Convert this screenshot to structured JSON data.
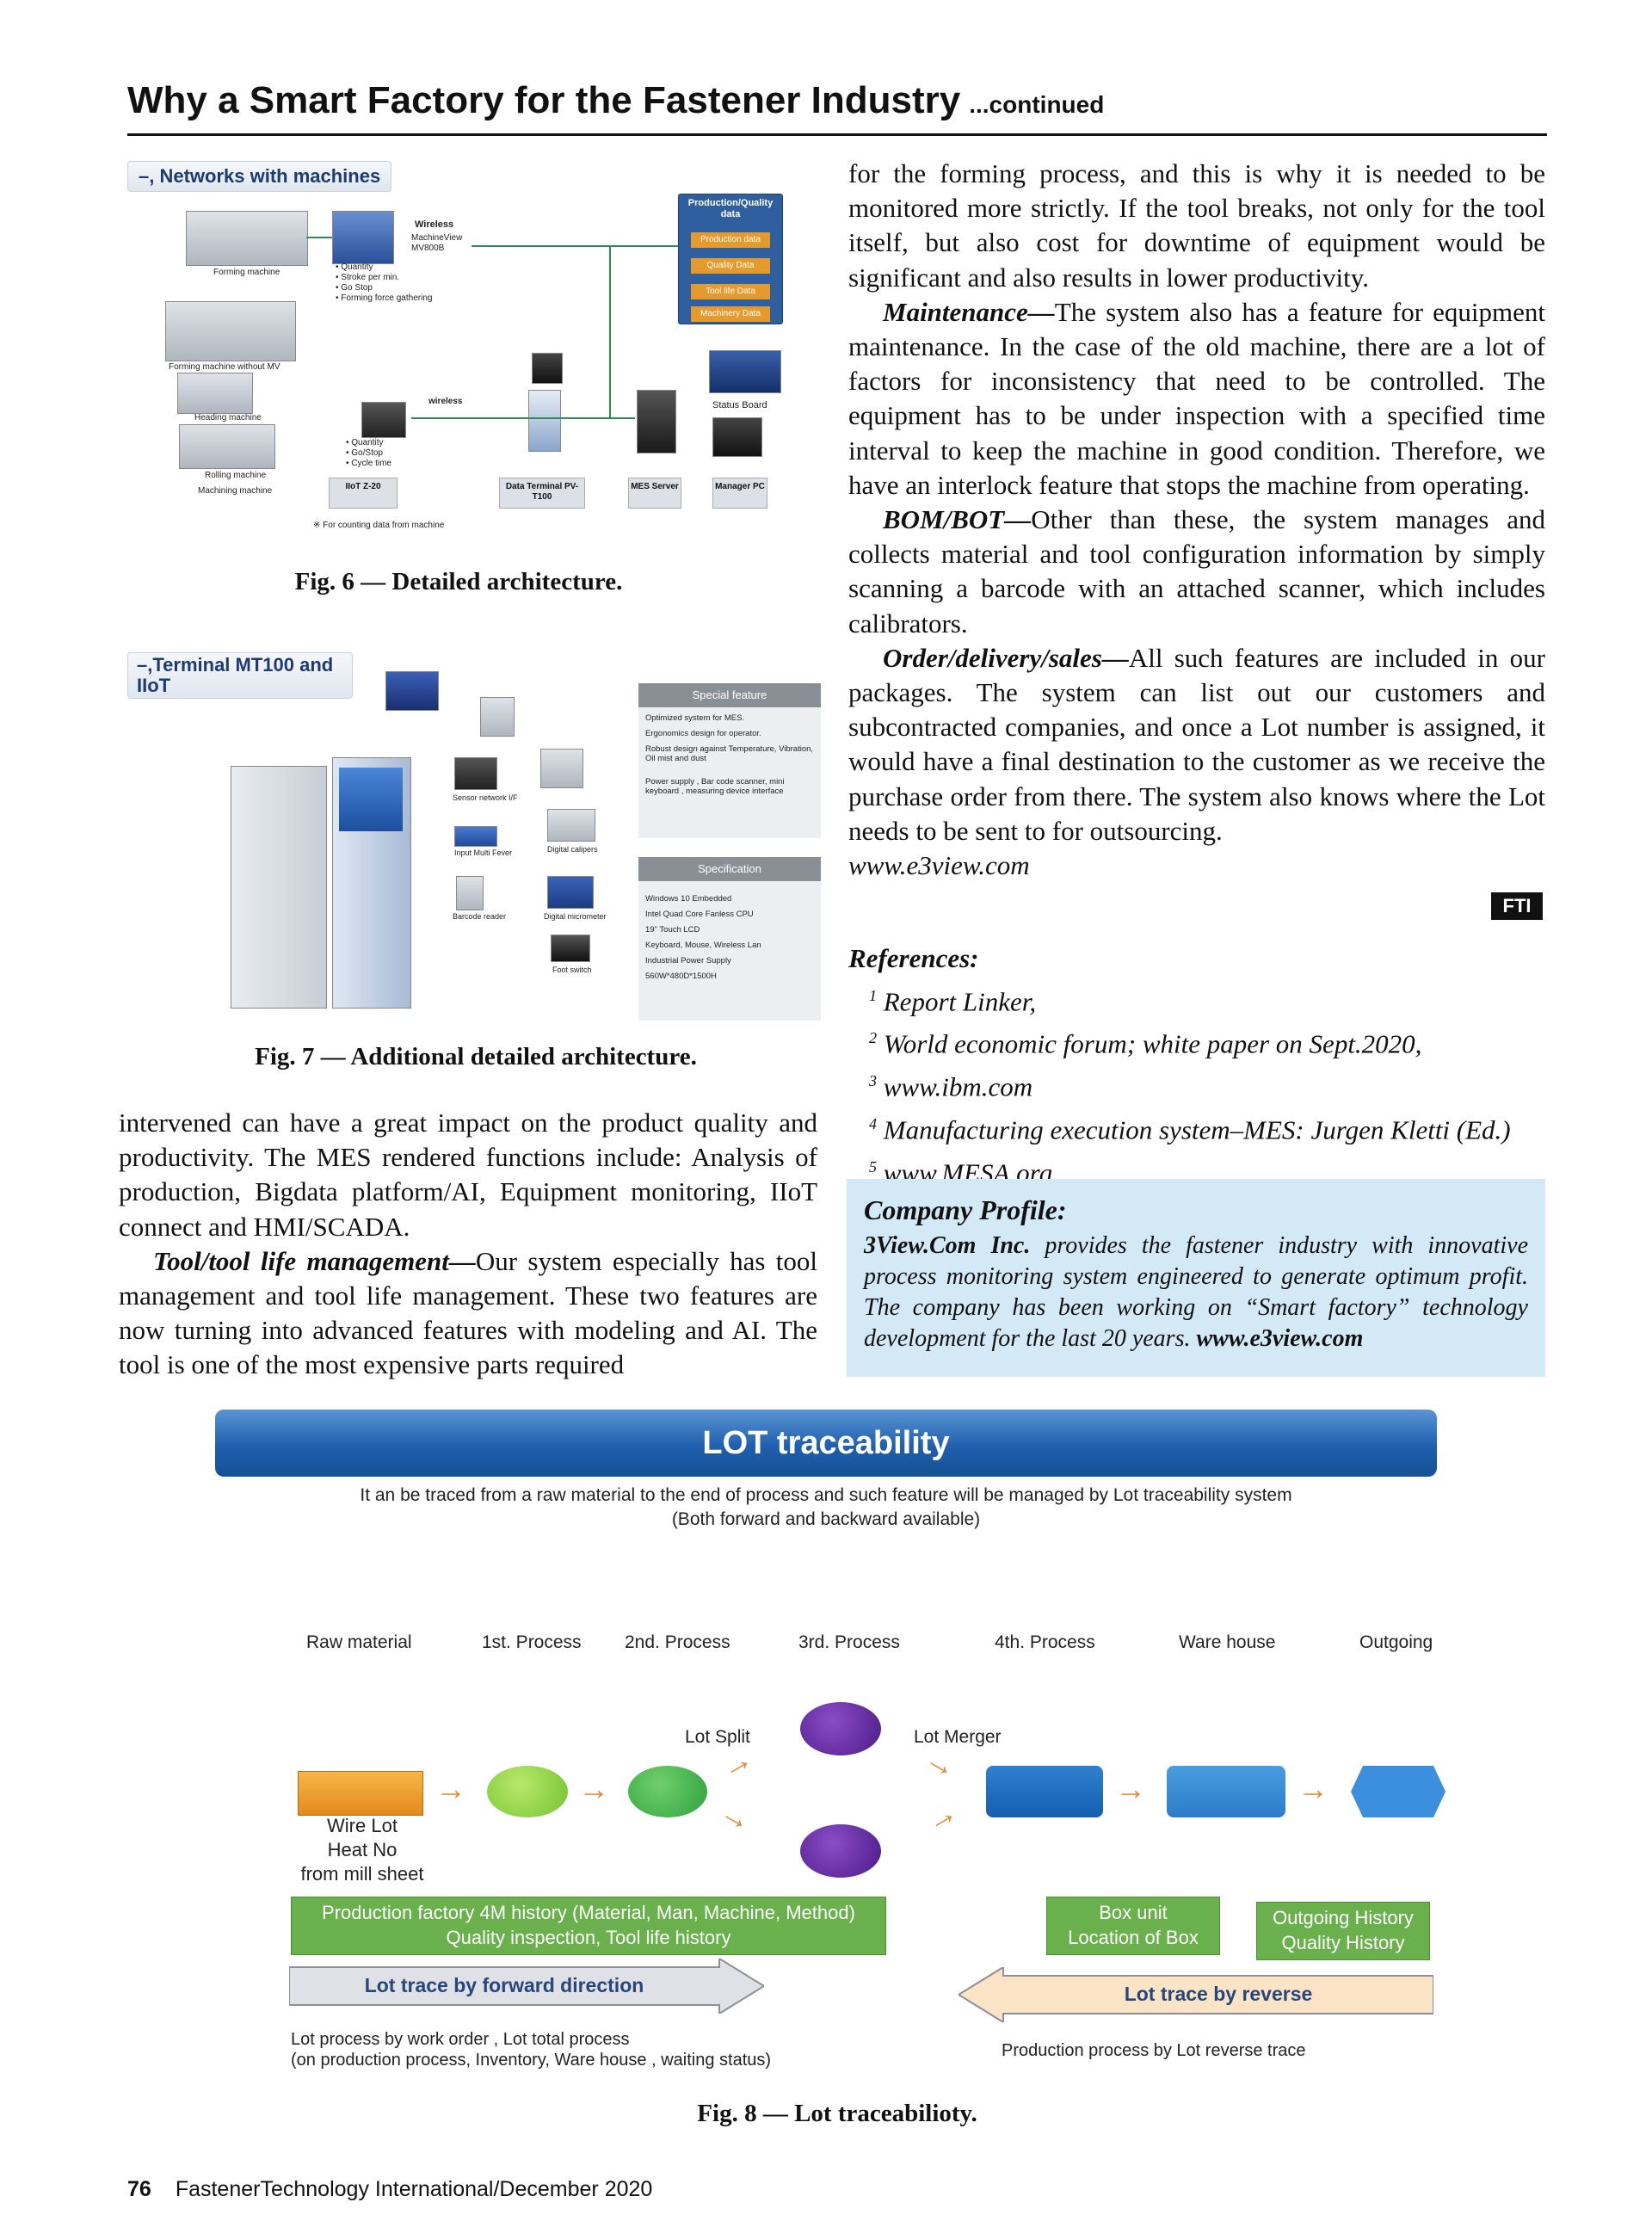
{
  "header": {
    "title": "Why a Smart Factory for the Fastener Industry",
    "continued": "...continued"
  },
  "fig6": {
    "tag": "–, Networks with machines",
    "caption": "Fig. 6 — Detailed architecture.",
    "labels": {
      "prod_header": "Production/Quality data",
      "prod_items": [
        "Production data",
        "Quality Data",
        "Tool life Data",
        "Machinery Data"
      ],
      "wireless_top": "Wireless",
      "machineview": "MachineView MV800B",
      "list1": [
        "• Quantity",
        "• Stroke per min.",
        "• Go Stop",
        "• Forming force gathering"
      ],
      "forming_machine": "Forming machine",
      "forming_machine_mv": "Forming machine without MV",
      "heading_machine": "Heading machine",
      "rolling_machine": "Rolling machine",
      "machining_machine": "Machining machine",
      "wireless_mid": "wireless",
      "list2": [
        "• Quantity",
        "• Go/Stop",
        "• Cycle time"
      ],
      "status_board": "Status Board",
      "nodes": [
        "IIoT Z-20",
        "Data Terminal PV-T100",
        "MES Server",
        "Manager PC"
      ],
      "footnote": "※ For counting data from machine"
    }
  },
  "fig7": {
    "tag": "–,Terminal MT100 and IIoT",
    "caption": "Fig. 7 — Additional detailed architecture.",
    "special_header": "Special feature",
    "special_items": [
      "Optimized system for MES.",
      "Ergonomics design for operator.",
      "Robust design against Temperature, Vibration, Oil mist and dust",
      "Power supply , Bar code scanner, mini keyboard , measuring device interface"
    ],
    "spec_header": "Specification",
    "spec_items": [
      "Windows 10 Embedded",
      "Intel Quad Core Fanless CPU",
      "19\" Touch LCD",
      "Keyboard, Mouse, Wireless Lan",
      "Industrial Power Supply",
      "560W*480D*1500H"
    ],
    "device_labels": [
      "Sensor network I/F",
      "Input Multi Fever",
      "Digital calipers",
      "Barcode reader",
      "Digital micrometer",
      "Foot switch"
    ]
  },
  "left_col": {
    "p1": "intervened can have a great impact on the product quality and productivity. The MES rendered functions include: Analysis of production, Bigdata platform/AI, Equipment monitoring, IIoT connect and HMI/SCADA.",
    "p2_lead": "Tool/tool life management—",
    "p2": "Our system especially has tool management and tool life management. These two features are now turning into advanced features with modeling and AI. The tool is one of the most expensive parts required"
  },
  "right_col": {
    "p1": "for the forming process, and this is why it is needed to be monitored more strictly. If the tool breaks, not only for the tool itself, but also cost for downtime of equipment would be significant and also results in lower productivity.",
    "p2_lead": "Maintenance—",
    "p2": "The system also has a feature for equipment maintenance. In the case of the old machine, there are a lot of factors for inconsistency that need to be controlled. The equipment has to be under inspection with a specified time interval to keep the machine in good condition. Therefore, we have an interlock feature that stops the machine from operating.",
    "p3_lead": "BOM/BOT—",
    "p3": "Other than these, the system manages and collects material and tool configuration information by simply scanning a barcode with an attached scanner, which includes calibrators.",
    "p4_lead": "Order/delivery/sales—",
    "p4": "All such features are included in our packages. The system can list out our customers and subcontracted companies, and once a Lot number is assigned, it would have a final destination to the customer as we receive the purchase order from there. The system also knows where the Lot needs to be sent to for outsourcing.",
    "url": "www.e3view.com",
    "badge": "FTI"
  },
  "references": {
    "title": "References:",
    "items": [
      {
        "n": "1",
        "text": "Report Linker,"
      },
      {
        "n": "2",
        "text": "World economic forum; white paper on Sept.2020,"
      },
      {
        "n": "3",
        "text": "www.ibm.com"
      },
      {
        "n": "4",
        "text": "Manufacturing execution system–MES: Jurgen Kletti (Ed.)"
      },
      {
        "n": "5",
        "text": "www.MESA.org"
      }
    ]
  },
  "profile": {
    "title": "Company Profile:",
    "company": "3View.Com Inc.",
    "text": "provides the fastener industry with innovative process monitoring system engineered to generate optimum profit. The company has been working on “Smart factory” technology development for the last 20 years.",
    "url": "www.e3view.com"
  },
  "fig8": {
    "title": "LOT traceability",
    "sub1": "It an be traced from a raw material to the end of process and such feature will be managed by Lot traceability system",
    "sub2": "(Both forward and backward available)",
    "stages": [
      "Raw material",
      "1st. Process",
      "2nd. Process",
      "3rd. Process",
      "4th. Process",
      "Ware house",
      "Outgoing"
    ],
    "lot_split": "Lot  Split",
    "lot_merger": "Lot Merger",
    "wire_lot": [
      "Wire  Lot",
      "Heat No",
      "from mill sheet"
    ],
    "prod_history": [
      "Production factory 4M history (Material, Man, Machine, Method)",
      "Quality inspection, Tool life history"
    ],
    "box_unit": [
      "Box unit",
      "Location of Box"
    ],
    "outgoing_history": [
      "Outgoing History",
      "Quality History"
    ],
    "forward": "Lot trace by forward direction",
    "reverse": "Lot trace by reverse",
    "fwd_note": [
      "Lot process by work order , Lot total process",
      "(on production process, Inventory, Ware house , waiting status)"
    ],
    "rev_note": "Production process by Lot reverse trace",
    "caption": "Fig. 8 — Lot traceabilioty."
  },
  "footer": {
    "page": "76",
    "pub": "FastenerTechnology International/December 2020"
  },
  "colors": {
    "profile_bg": "#d4e9f6",
    "lot_bar": "#1f5fae",
    "orange": "#f0a030",
    "green": "#6ab04c",
    "purple": "#5a1f8c",
    "blue": "#1f66b8"
  }
}
